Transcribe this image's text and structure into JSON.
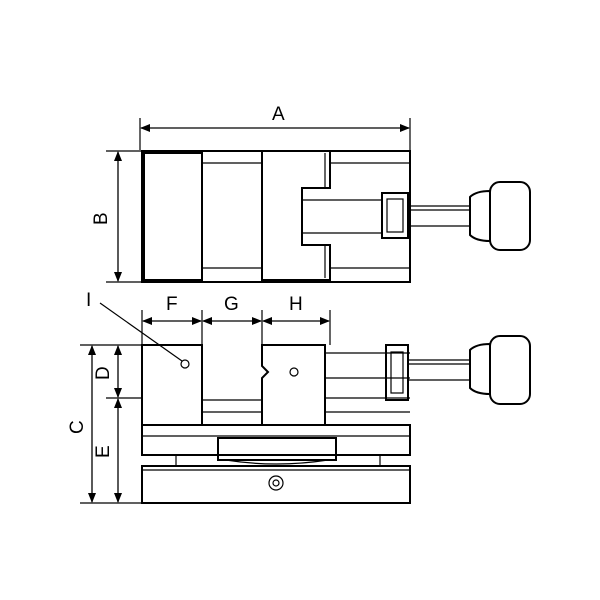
{
  "diagram": {
    "labels": {
      "A": "A",
      "B": "B",
      "C": "C",
      "D": "D",
      "E": "E",
      "F": "F",
      "G": "G",
      "H": "H",
      "I": "I"
    },
    "line_color": "#000000",
    "background_color": "#ffffff"
  }
}
